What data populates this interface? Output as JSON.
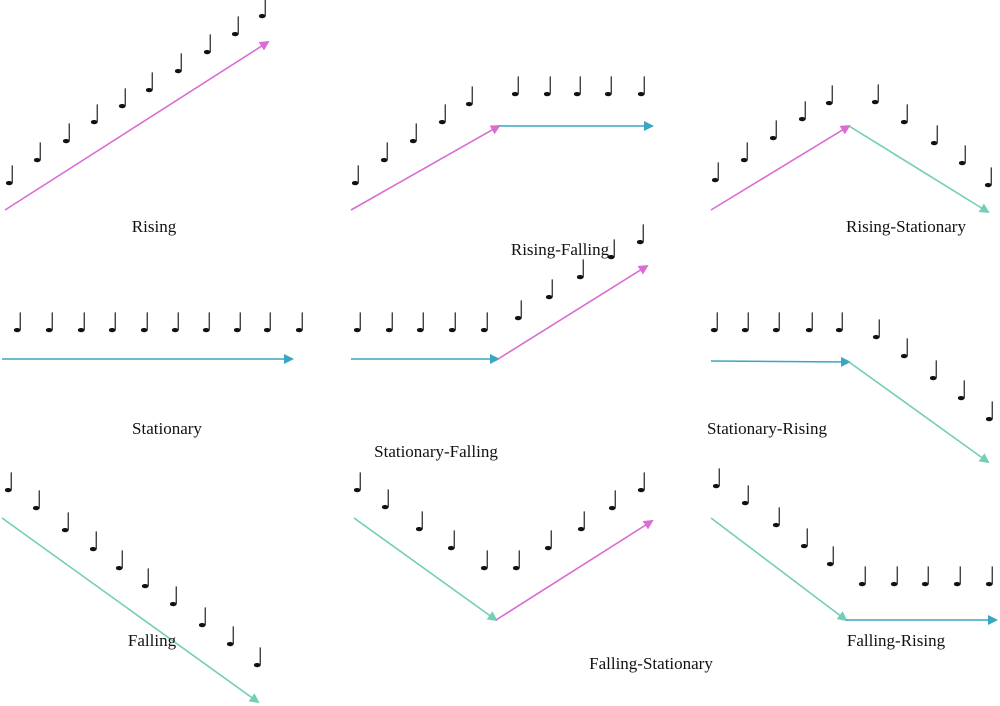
{
  "colors": {
    "rising": "#d96dd2",
    "stationary": "#3aa6c2",
    "falling": "#74cdb6",
    "note": "#111111"
  },
  "note_glyph": "♩",
  "panels": [
    {
      "label": "Rising",
      "pattern": [
        "rising"
      ]
    },
    {
      "label": "Rising-Falling",
      "pattern": [
        "rising",
        "stationary"
      ]
    },
    {
      "label": "Rising-Stationary",
      "pattern": [
        "rising",
        "falling"
      ]
    },
    {
      "label": "Stationary",
      "pattern": [
        "stationary"
      ]
    },
    {
      "label": "Stationary-Falling",
      "pattern": [
        "stationary",
        "rising"
      ]
    },
    {
      "label": "Stationary-Rising",
      "pattern": [
        "stationary",
        "falling"
      ]
    },
    {
      "label": "Falling",
      "pattern": [
        "falling"
      ]
    },
    {
      "label": "Falling-Stationary",
      "pattern": [
        "falling",
        "rising"
      ]
    },
    {
      "label": "Falling-Rising",
      "pattern": [
        "falling",
        "stationary"
      ]
    }
  ]
}
